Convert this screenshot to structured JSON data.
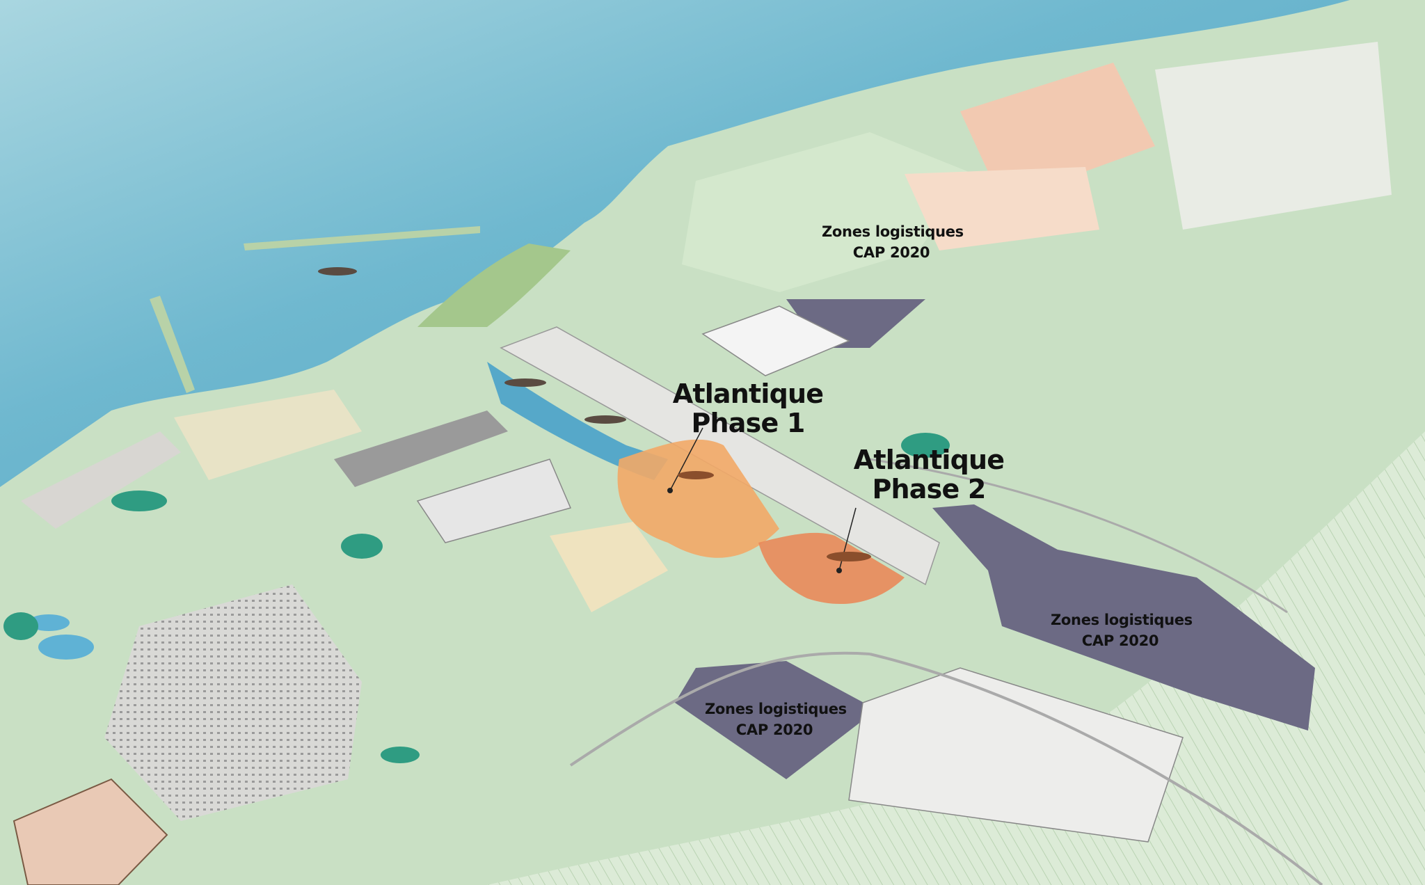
{
  "labels": {
    "zone_north": {
      "line1": "Zones logistiques",
      "line2": "CAP 2020"
    },
    "zone_east": {
      "line1": "Zones logistiques",
      "line2": "CAP 2020"
    },
    "zone_south": {
      "line1": "Zones logistiques",
      "line2": "CAP 2020"
    },
    "phase1": {
      "line1": "Atlantique",
      "line2": "Phase 1"
    },
    "phase2": {
      "line1": "Atlantique",
      "line2": "Phase 2"
    }
  },
  "colors": {
    "sea": "#4fa6c4",
    "sea_light": "#a9d6e0",
    "land": "#c9e0c4",
    "farmland": "#e2eedf",
    "zone": "#6c6a84",
    "phase1": "#f2a867",
    "phase2": "#e98a5a",
    "urban": "#dcdcdc",
    "forest": "#2f9c82"
  }
}
